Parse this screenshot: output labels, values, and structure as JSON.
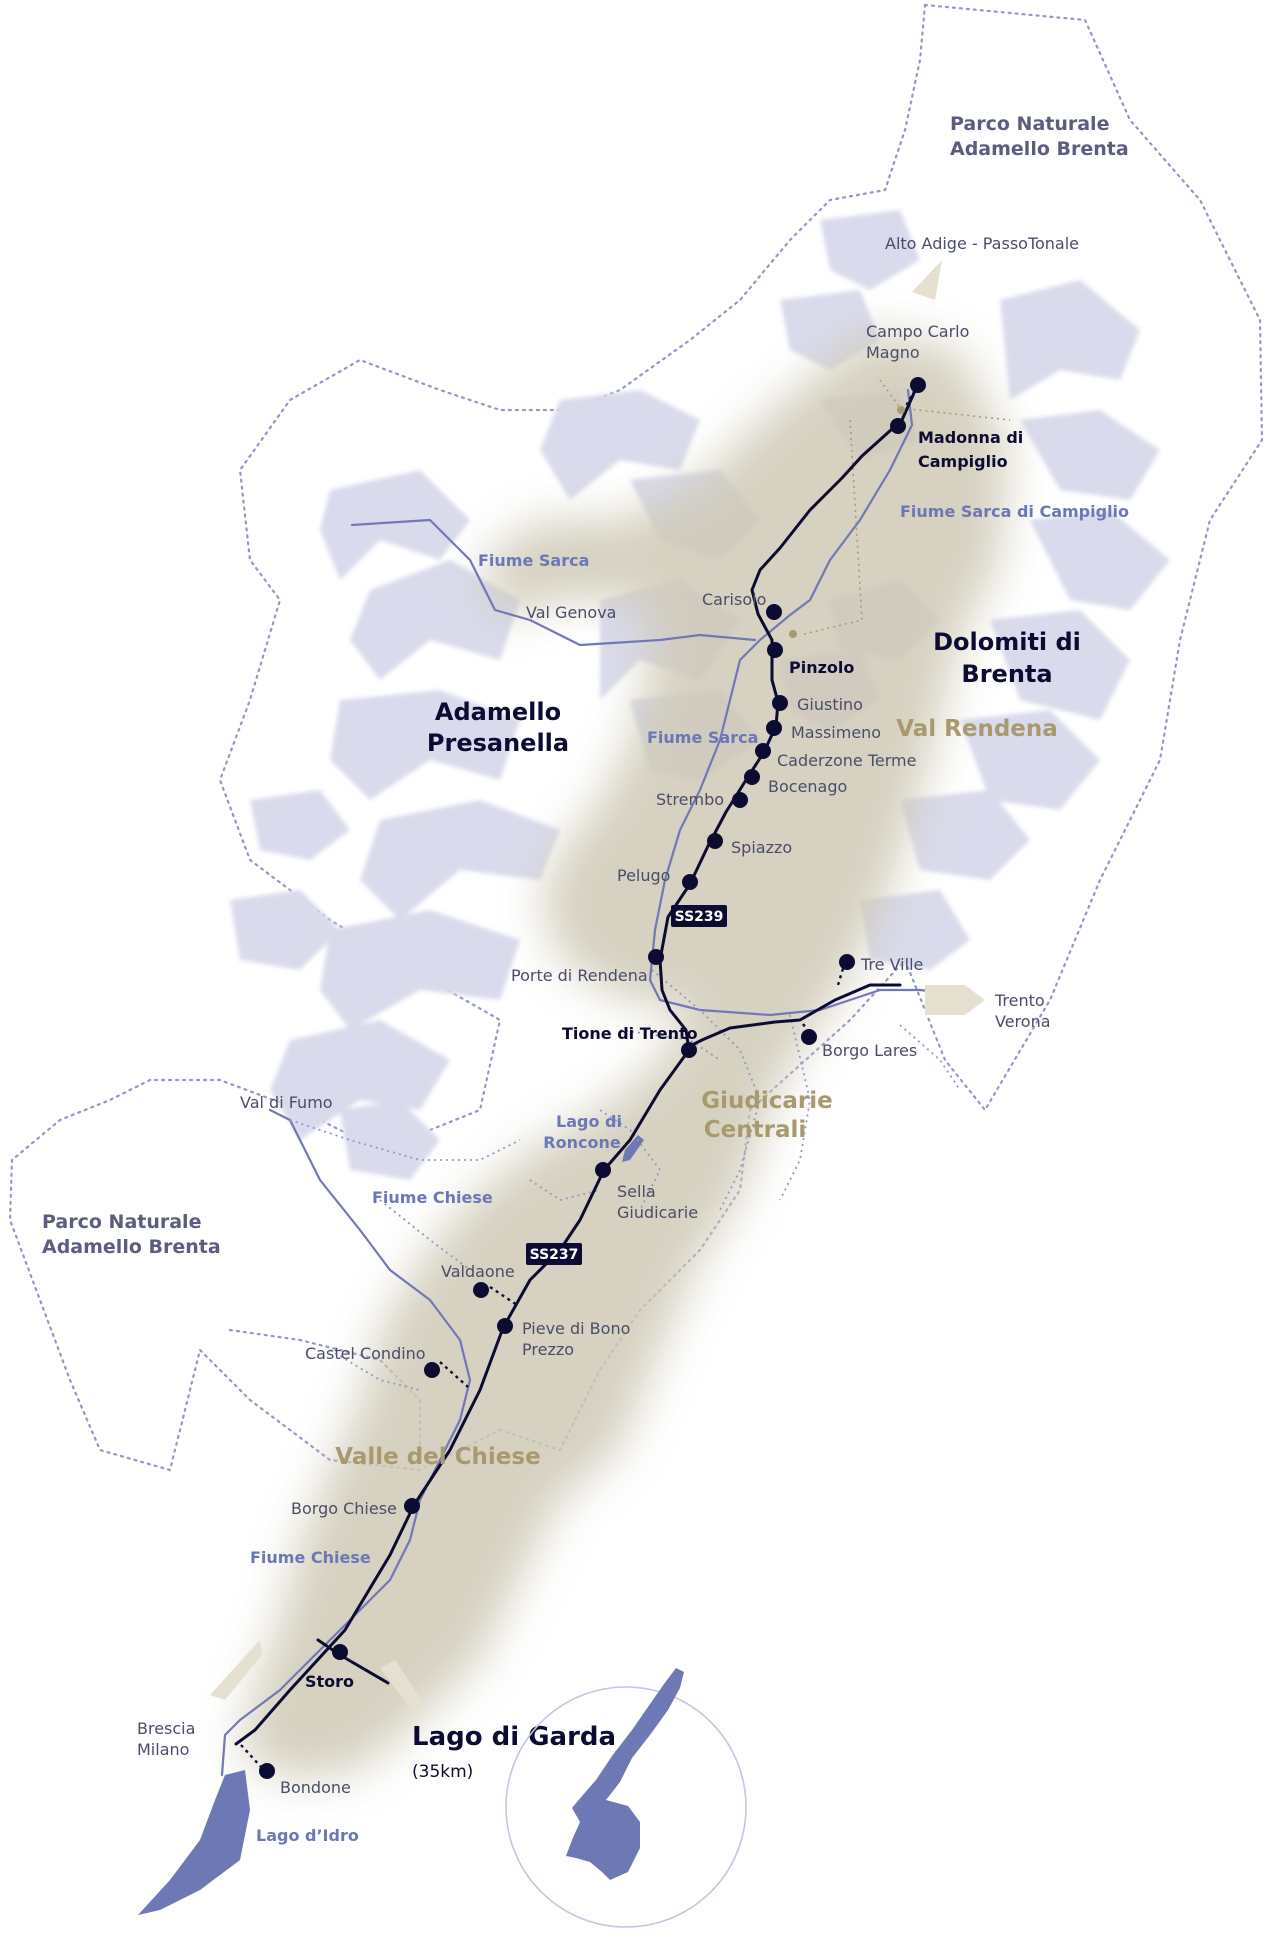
{
  "colors": {
    "road": "#0c0c33",
    "river": "#7178b6",
    "glacier": "#d9dbec",
    "valley": "#cfc9b6",
    "park_border": "#9497c6",
    "gold_accent": "#a89a6e",
    "lake": "#6e78b4"
  },
  "parks": {
    "north_line1": "Parco Naturale",
    "north_line2": "Adamello Brenta",
    "west_line1": "Parco Naturale",
    "west_line2": "Adamello Brenta"
  },
  "edges": {
    "alto_adige": "Alto Adige - PassoTonale",
    "trento": "Trento",
    "verona": "Verona",
    "brescia": "Brescia",
    "milano": "Milano"
  },
  "regions": {
    "adamello_line1": "Adamello",
    "adamello_line2": "Presanella",
    "dolomiti_line1": "Dolomiti di",
    "dolomiti_line2": "Brenta",
    "val_rendena": "Val Rendena",
    "giudicarie_line1": "Giudicarie",
    "giudicarie_line2": "Centrali",
    "valle_chiese": "Valle del Chiese"
  },
  "rivers": {
    "sarca_campiglio": "Fiume Sarca di Campiglio",
    "sarca_north": "Fiume Sarca",
    "val_genova": "Val Genova",
    "sarca_mid": "Fiume Sarca",
    "chiese_north": "Fiume Chiese",
    "chiese_south": "Fiume Chiese",
    "val_di_fumo": "Val di Fumo",
    "lago_roncone_line1": "Lago di",
    "lago_roncone_line2": "Roncone",
    "lago_idro": "Lago d’Idro"
  },
  "roads": {
    "ss239": "SS239",
    "ss237": "SS237"
  },
  "towns": {
    "campo_carlo_line1": "Campo Carlo",
    "campo_carlo_line2": "Magno",
    "madonna_line1": "Madonna di",
    "madonna_line2": "Campiglio",
    "carisolo": "Carisolo",
    "pinzolo": "Pinzolo",
    "giustino": "Giustino",
    "massimeno": "Massimeno",
    "caderzone": "Caderzone Terme",
    "bocenago": "Bocenago",
    "strembo": "Strembo",
    "spiazzo": "Spiazzo",
    "pelugo": "Pelugo",
    "porte_rendena": "Porte di Rendena",
    "tre_ville": "Tre Ville",
    "tione": "Tione di Trento",
    "borgo_lares": "Borgo Lares",
    "sella_line1": "Sella",
    "sella_line2": "Giudicarie",
    "valdaone": "Valdaone",
    "pieve_line1": "Pieve di Bono",
    "pieve_line2": "Prezzo",
    "castel_condino": "Castel Condino",
    "borgo_chiese": "Borgo Chiese",
    "storo": "Storo",
    "bondone": "Bondone"
  },
  "garda": {
    "title": "Lago di Garda",
    "distance": "(35km)"
  }
}
